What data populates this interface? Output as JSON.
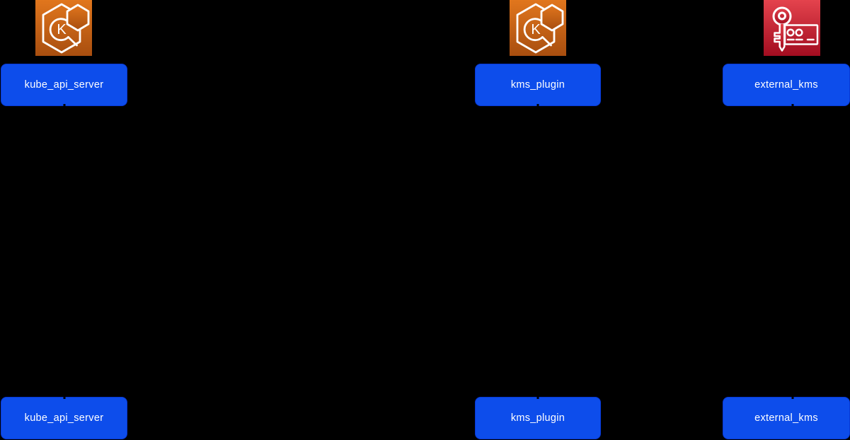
{
  "diagram": {
    "type": "sequence-diagram",
    "background": "#000000",
    "actors": [
      {
        "label": "kube_api_server",
        "icon": "eks-icon"
      },
      {
        "label": "kms_plugin",
        "icon": "eks-icon"
      },
      {
        "label": "external_kms",
        "icon": "kms-icon"
      }
    ],
    "icon_letter": "K",
    "colors": {
      "actor_fill": "#0d4deb",
      "actor_border": "#0839d6",
      "actor_text": "#ffffff",
      "eks_icon_gradient_top": "#e1761d",
      "eks_icon_gradient_bottom": "#a84e0f",
      "kms_icon_gradient_top": "#e4434d",
      "kms_icon_gradient_bottom": "#a30d20",
      "icon_line": "#ffffff"
    }
  }
}
